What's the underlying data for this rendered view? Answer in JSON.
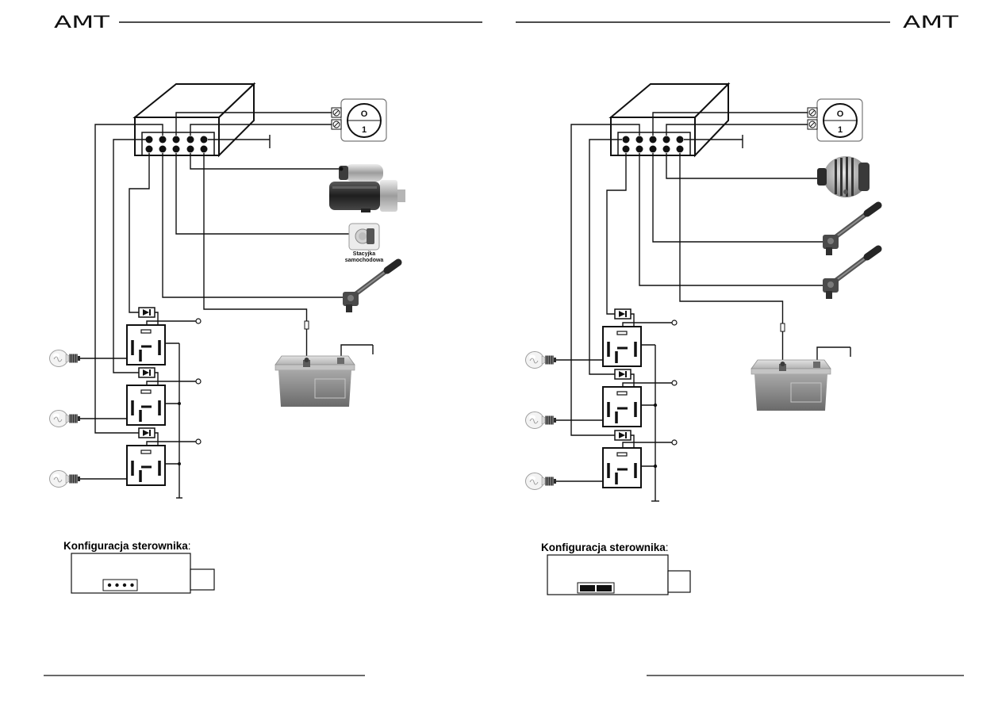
{
  "document": {
    "left_page": {
      "logo": "AMT",
      "switch": {
        "top_label": "O",
        "bottom_label": "1"
      },
      "ignition_label": [
        "Stacyjka",
        "samochodowa"
      ],
      "config": {
        "title": "Konfiguracja sterownika",
        "colon": ":"
      },
      "icons": [
        "controller-box-icon",
        "toggle-switch-icon",
        "starter-motor-icon",
        "ignition-switch-icon",
        "stalk-switch-icon",
        "battery-icon",
        "fuse-icon",
        "ground-icon",
        "relay-icon",
        "diode-icon",
        "bulb-icon",
        "jumper-4-pin-icon"
      ]
    },
    "right_page": {
      "logo": "AMT",
      "switch": {
        "top_label": "O",
        "bottom_label": "1"
      },
      "config": {
        "title": "Konfiguracja sterownika",
        "colon": ":"
      },
      "icons": [
        "controller-box-icon",
        "toggle-switch-icon",
        "alternator-icon",
        "stalk-switch-icon",
        "battery-icon",
        "fuse-icon",
        "ground-icon",
        "relay-icon",
        "diode-icon",
        "bulb-icon",
        "jumper-2-bar-icon"
      ]
    }
  }
}
